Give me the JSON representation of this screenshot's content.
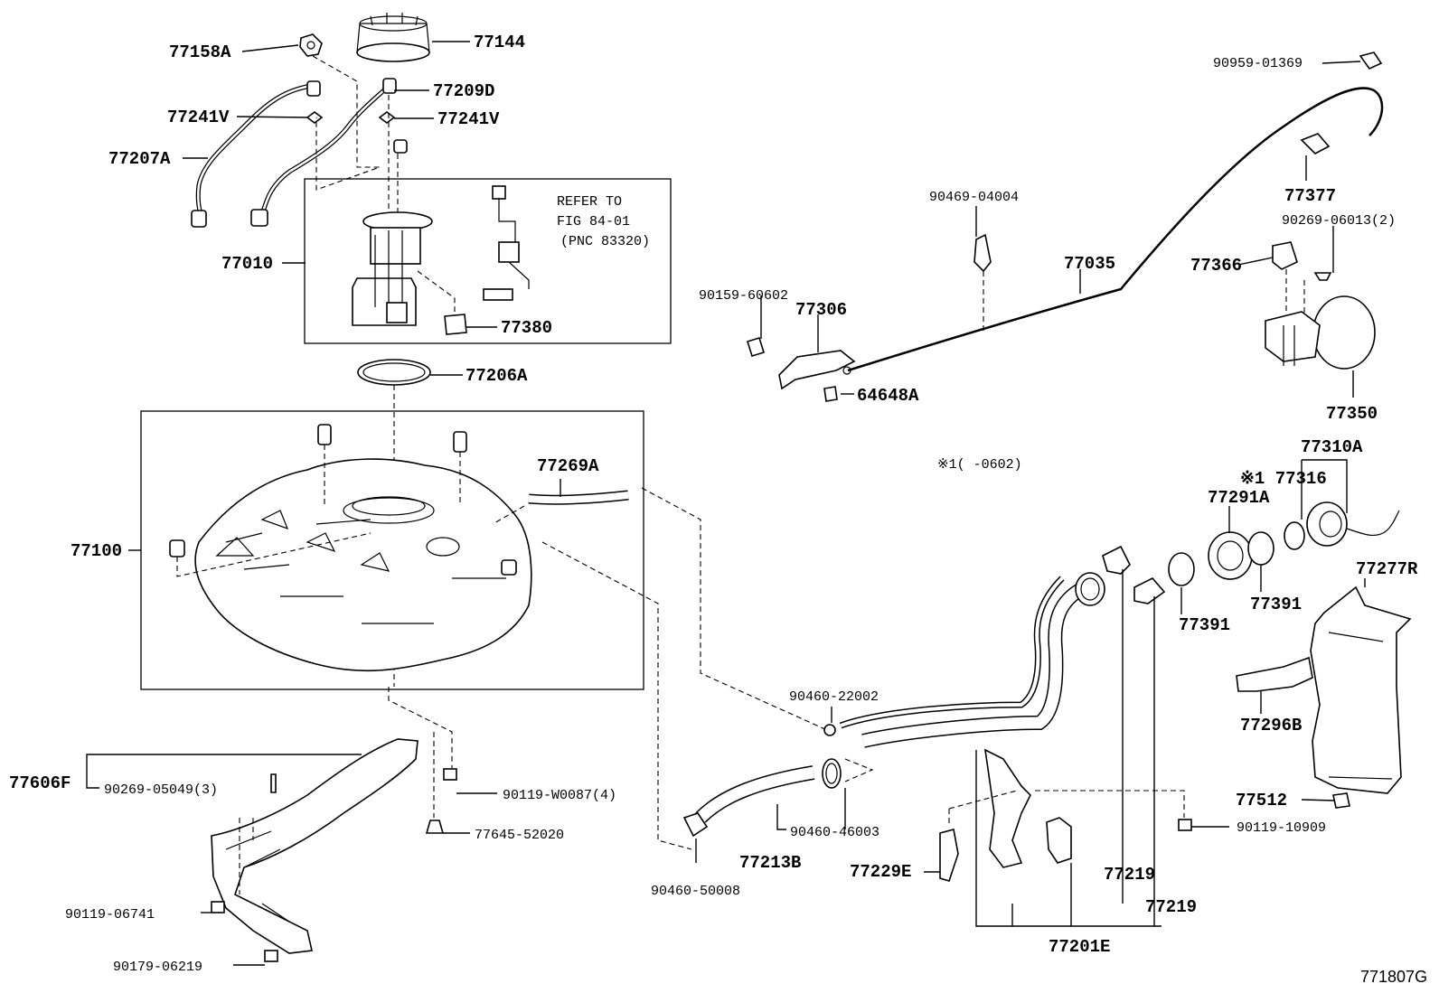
{
  "diagram_id": "771807G",
  "refer_note": {
    "line1": "REFER TO",
    "line2": "FIG 84-01",
    "line3": "(PNC 83320)"
  },
  "footnote": "※1(     -0602)",
  "parts": {
    "p77158A": "77158A",
    "p77144": "77144",
    "p77209D": "77209D",
    "p77241V_left": "77241V",
    "p77241V_right": "77241V",
    "p77207A": "77207A",
    "p77010": "77010",
    "p77380": "77380",
    "p77206A": "77206A",
    "p77269A": "77269A",
    "p77100": "77100",
    "p77606F": "77606F",
    "p90269_05049": "90269-05049(3)",
    "p90119_W0087": "90119-W0087(4)",
    "p77645_52020": "77645-52020",
    "p90119_06741": "90119-06741",
    "p90179_06219": "90179-06219",
    "p90460_22002": "90460-22002",
    "p90460_46003": "90460-46003",
    "p77213B": "77213B",
    "p90460_50008": "90460-50008",
    "p77229E": "77229E",
    "p77201E": "77201E",
    "p77219_a": "77219",
    "p77219_b": "77219",
    "p90959_01369": "90959-01369",
    "p77377": "77377",
    "p90269_06013": "90269-06013(2)",
    "p77366": "77366",
    "p77350": "77350",
    "p90469_04004": "90469-04004",
    "p77035": "77035",
    "p90159_60602": "90159-60602",
    "p77306": "77306",
    "p64648A": "64648A",
    "p77310A": "77310A",
    "p77316": "※1 77316",
    "p77291A": "77291A",
    "p77391_a": "77391",
    "p77391_b": "77391",
    "p77277R": "77277R",
    "p77296B": "77296B",
    "p77512": "77512",
    "p90119_10909": "90119-10909"
  }
}
